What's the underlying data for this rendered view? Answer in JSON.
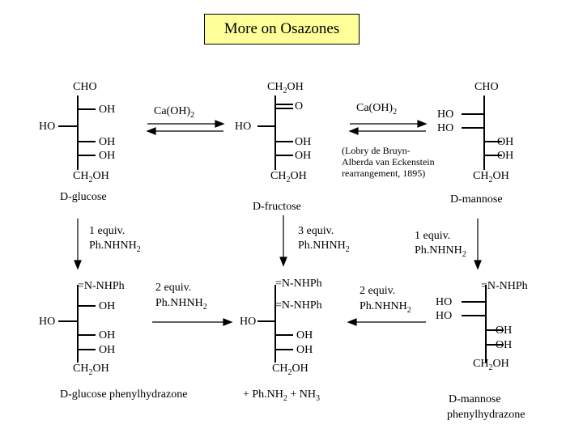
{
  "title": "More on Osazones",
  "glucose": {
    "top": "CHO",
    "oh1": "OH",
    "ho2": "HO",
    "oh3": "OH",
    "oh4": "OH",
    "ch2": "CH",
    "two": "2",
    "oh_end": "OH",
    "name": "D-glucose"
  },
  "fructose": {
    "top_ch": "CH",
    "top_two": "2",
    "top_oh": "OH",
    "o": "O",
    "ho": "HO",
    "oh3": "OH",
    "oh4": "OH",
    "ch2": "CH",
    "two": "2",
    "oh_end": "OH",
    "name": "D-fructose"
  },
  "mannose": {
    "top": "CHO",
    "ho1": "HO",
    "ho2": "HO",
    "oh3": "OH",
    "oh4": "OH",
    "ch2": "CH",
    "two": "2",
    "oh_end": "OH",
    "name": "D-mannose"
  },
  "reagents": {
    "caoh_left": "Ca(OH)",
    "caoh_left_sub": "2",
    "caoh_right": "Ca(OH)",
    "caoh_right_sub": "2",
    "lobry_1": "(Lobry de Bruyn-",
    "lobry_2": "Alberda van Eckenstein",
    "lobry_3": "rearrangement, 1895)",
    "left_equiv": "1 equiv.",
    "left_reagent": "Ph.NHNH",
    "left_sub": "2",
    "mid_equiv": "3 equiv.",
    "mid_reagent": "Ph.NHNH",
    "mid_sub": "2",
    "right_equiv": "1 equiv.",
    "right_reagent": "Ph.NHNH",
    "right_sub": "2",
    "left2_equiv": "2 equiv.",
    "left2_reagent": "Ph.NHNH",
    "left2_sub": "2",
    "right2_equiv": "2 equiv.",
    "right2_reagent": "Ph.NHNH",
    "right2_sub": "2"
  },
  "gluc_phenyl": {
    "nnhph": "=N-NHPh",
    "oh": "OH",
    "ho": "HO",
    "oh3": "OH",
    "oh4": "OH",
    "ch2": "CH",
    "two": "2",
    "oh_end": "OH",
    "name": "D-glucose phenylhydrazone"
  },
  "osazone": {
    "nnhph1": "=N-NHPh",
    "nnhph2": "=N-NHPh",
    "ho": "HO",
    "oh3": "OH",
    "oh4": "OH",
    "ch2": "CH",
    "two": "2",
    "oh_end": "OH",
    "byproduct": "+  Ph.NH",
    "byproduct_sub": "2",
    "byproduct2": " +  NH",
    "byproduct2_sub": "3"
  },
  "mann_phenyl": {
    "nnhph": "=N-NHPh",
    "ho1": "HO",
    "ho2": "HO",
    "oh3": "OH",
    "oh4": "OH",
    "ch2": "CH",
    "two": "2",
    "oh_end": "OH",
    "name_1": "D-mannose",
    "name_2": "phenylhydrazone"
  }
}
